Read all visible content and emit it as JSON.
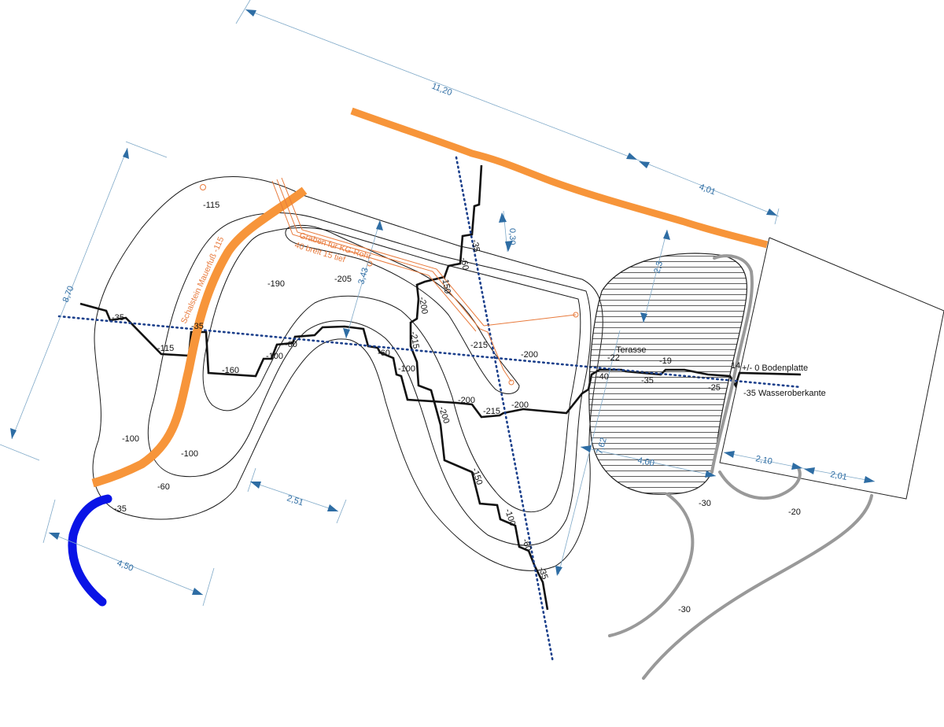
{
  "colors": {
    "foundation": "#f7953a",
    "pond_outlet": "#0a14e6",
    "dimension": "#2e6da4",
    "trench": "#e87a3c",
    "grade_line": "#999999",
    "section_line": "#1b3f8b"
  },
  "dimensions": {
    "top_length": "11,20",
    "top_right": "4,01",
    "left_height": "8,70",
    "pipe_offset": "0,30",
    "mid_height": "3,43",
    "bottom_span": "2,51",
    "bottom_left": "4,50",
    "terrace_height": "2,3",
    "terrace_width": "4,00",
    "terrace_diag": "7,62",
    "right_1": "2,10",
    "right_2": "2,01"
  },
  "annotations": {
    "wall": "Schalstein Mauerfuß -115",
    "trench_1": "Graben für KG-Rohr",
    "trench_2": "40 breit 15 tief",
    "terrace": "Terasse",
    "slab": "+/- 0 Bodenplatte",
    "water": "-35 Wasseroberkante"
  },
  "depths": {
    "d_115_top": "-115",
    "d_35_left": "-35",
    "d_115_left": "-115",
    "d_35_wall": "-35",
    "d_190": "-190",
    "d_205": "-205",
    "d_160": "-160",
    "d_100_a": "-100",
    "d_60_a": "-60",
    "d_60_b": "-60",
    "d_100_b": "-100",
    "d_100_c": "-100",
    "d_100_d": "-100",
    "d_60_c": "-60",
    "d_35_bl": "-35",
    "d_35_cut": "-35",
    "d_60_cut": "-60",
    "d_150_cut": "-150",
    "d_200_cut": "-200",
    "d_215_cut": "-215",
    "d_215_b": "-215",
    "d_200_b": "-200",
    "d_200_c": "-200",
    "d_215_c": "-215",
    "d_200_d": "-200",
    "d_200_e": "-200",
    "d_150_e": "-150",
    "d_100_e": "-100",
    "d_60_e": "-60",
    "d_35_e": "-35",
    "d_22": "-22",
    "d_40": "-40",
    "d_35_t": "-35",
    "d_19": "-19",
    "d_25": "-25",
    "d_14": "14",
    "d_30_a": "-30",
    "d_20": "-20",
    "d_30_b": "-30"
  }
}
